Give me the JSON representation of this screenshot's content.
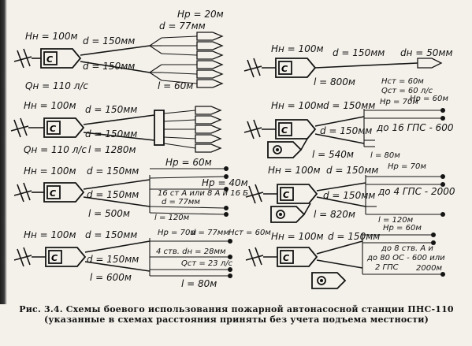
{
  "figure": {
    "caption": "Рис. 3.4. Схемы боевого использования пожарной автонасосной станции ПНС-110 (указанные в схемах расстояния приняты без учета подъема местности)"
  },
  "pump_label": "С",
  "schemes": [
    {
      "id": "s1",
      "labels": [
        "Hн = 100м",
        "d = 150мм",
        "d = 150мм",
        "Qн = 110 л/с",
        "Hр = 20м",
        "d = 77мм",
        "l = 60м"
      ]
    },
    {
      "id": "s2",
      "labels": [
        "Hн = 100м",
        "d = 150мм",
        "d = 150мм",
        "Qн = 110 л/с",
        "l = 1280м"
      ]
    },
    {
      "id": "s3",
      "labels": [
        "Hн = 100м",
        "d = 150мм",
        "d = 150мм",
        "l = 500м",
        "Hр = 60м",
        "Hр = 40м",
        "16 ст А или 8 А и 16 Б",
        "d = 77мм",
        "l = 120м"
      ]
    },
    {
      "id": "s4",
      "labels": [
        "Hн = 100м",
        "d = 150мм",
        "d = 150мм",
        "l = 600м",
        "Hр = 70м",
        "d = 77мм",
        "Hст = 60м",
        "4 ств. dн = 28мм",
        "Qст = 23 л/с",
        "l = 80м"
      ]
    },
    {
      "id": "s5",
      "labels": [
        "Hн = 100м",
        "d = 150мм",
        "dн = 50мм",
        "l = 800м",
        "Hст = 60м",
        "Qст = 60 л/с"
      ]
    },
    {
      "id": "s6",
      "labels": [
        "Hн = 100м",
        "d = 150мм",
        "Hр = 70м",
        "Hр = 60м",
        "d = 150мм",
        "до 16 ГПС - 600",
        "l = 540м",
        "l = 80м"
      ]
    },
    {
      "id": "s7",
      "labels": [
        "Hн = 100м",
        "d = 150мм",
        "Hр = 70м",
        "d = 150мм",
        "до 4 ГПС - 2000",
        "l = 820м",
        "l = 120м"
      ]
    },
    {
      "id": "s8",
      "labels": [
        "Hн = 100м",
        "d = 150мм",
        "Hр = 60м",
        "до 8 ств. А и",
        "до 80 ОС - 600 или",
        "2 ГПС",
        "2000м"
      ]
    }
  ]
}
